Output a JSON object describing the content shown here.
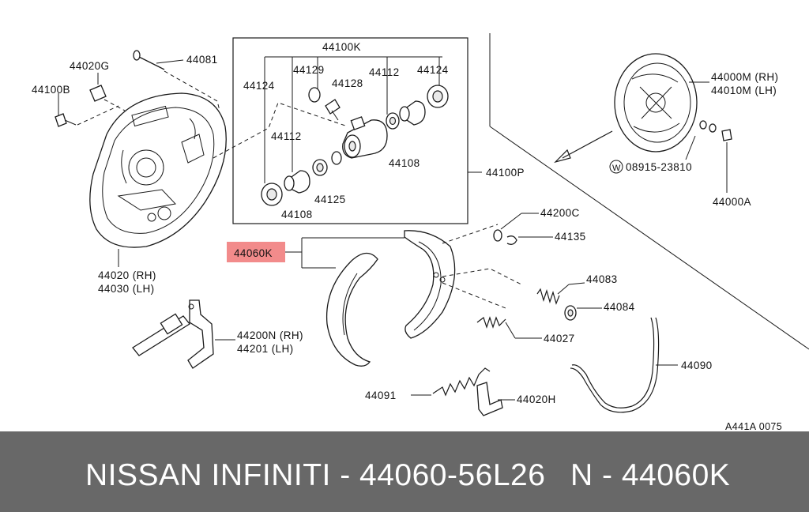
{
  "diagram": {
    "labels": {
      "p44100K": "44100K",
      "p44124a": "44124",
      "p44129": "44129",
      "p44128": "44128",
      "p44112a": "44112",
      "p44124b": "44124",
      "p44112b": "44112",
      "p44108a": "44108",
      "p44125": "44125",
      "p44108b": "44108",
      "p44100P": "44100P",
      "p44020G": "44020G",
      "p44081": "44081",
      "p44100B": "44100B",
      "p44000M": "44000M (RH)",
      "p44010M": "44010M (LH)",
      "p08915": "08915-23810",
      "p08915_prefix": "W",
      "p44000A": "44000A",
      "p44200C": "44200C",
      "p44135": "44135",
      "p44060K": "44060K",
      "p44083": "44083",
      "p44084": "44084",
      "p44027": "44027",
      "p44020": "44020 (RH)",
      "p44030": "44030 (LH)",
      "p44200N": "44200N (RH)",
      "p44201": "44201  (LH)",
      "p44090": "44090",
      "p44091": "44091",
      "p44020H": "44020H",
      "code": "A441A 0075"
    },
    "highlight_color": "#f28b8b"
  },
  "footer": {
    "brand_part": "NISSAN INFINITI - 44060-56L26",
    "alt_part": "N - 44060K",
    "background": "#686868"
  }
}
